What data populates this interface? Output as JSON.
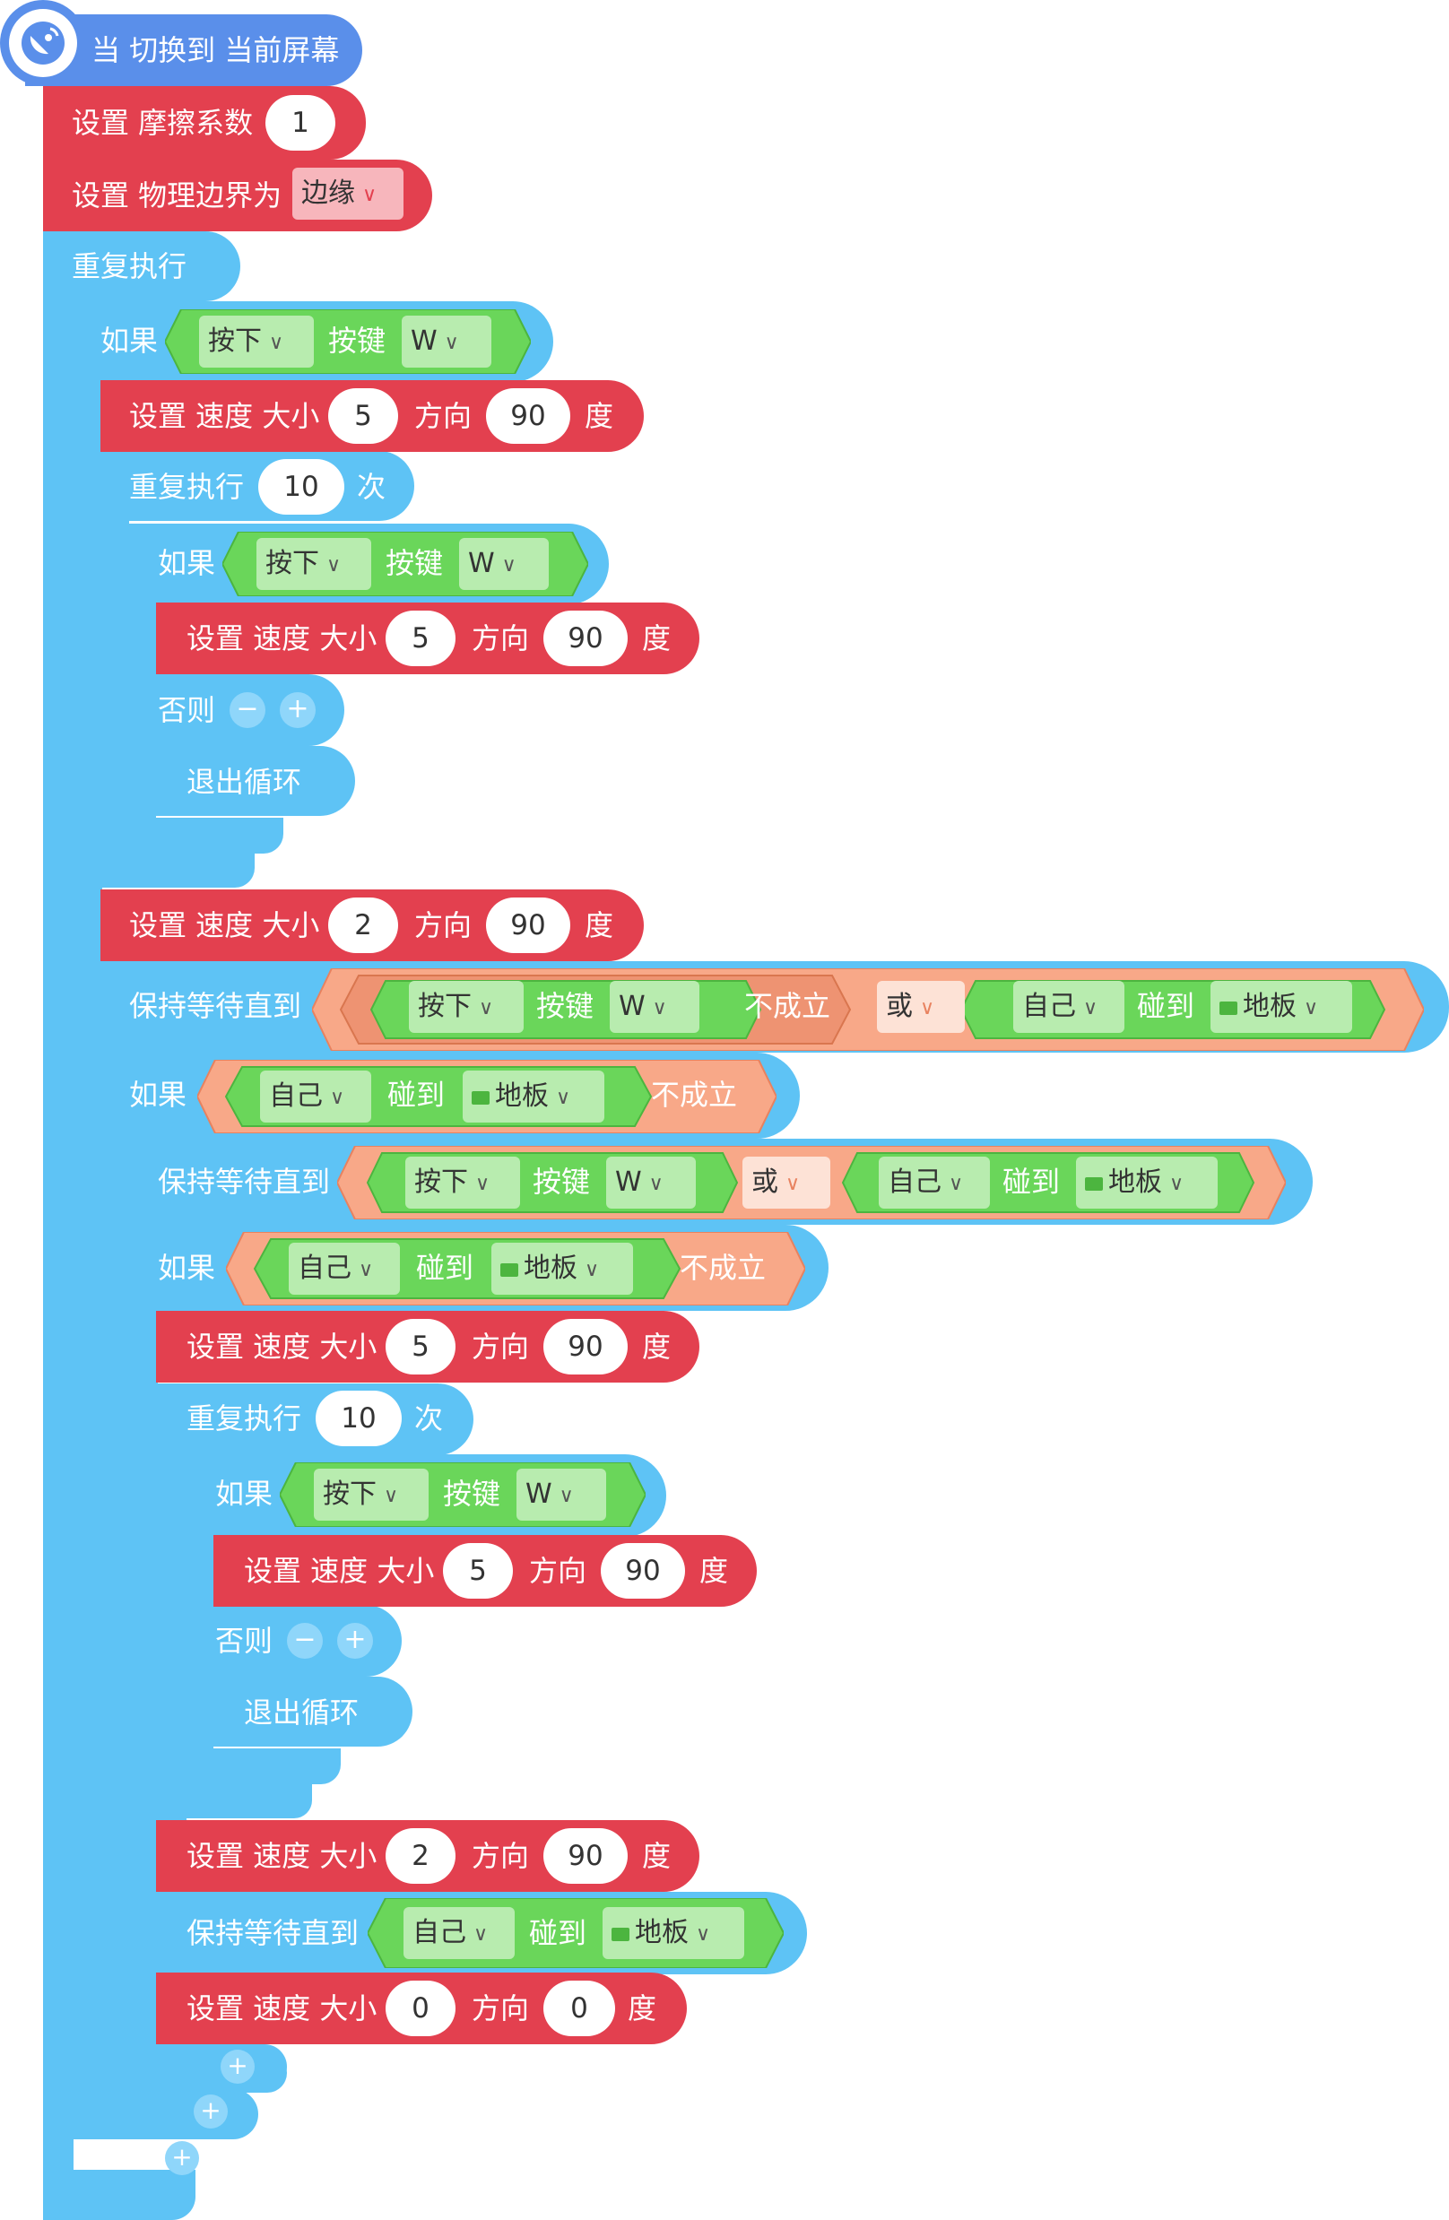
{
  "hat": {
    "label": "当 切换到 当前屏幕",
    "icon": "satellite-icon"
  },
  "set_friction": {
    "prefix": "设置 摩擦系数",
    "value": "1"
  },
  "set_boundary": {
    "prefix": "设置 物理边界为",
    "value": "边缘"
  },
  "repeat_forever": "重复执行",
  "kw": {
    "if": "如果",
    "else": "否则",
    "break": "退出循环",
    "repeat": "重复执行",
    "times": "次",
    "set_speed": "设置 速度 大小",
    "direction": "方向",
    "degree": "度",
    "wait_until": "保持等待直到",
    "pressed": "按下",
    "key": "按键",
    "key_w": "W",
    "self": "自己",
    "touch": "碰到",
    "floor": "地板",
    "not": "不成立",
    "or": "或"
  },
  "values": {
    "speed_5": "5",
    "speed_2": "2",
    "speed_0": "0",
    "dir_90": "90",
    "dir_0": "0",
    "count_10": "10"
  },
  "colors": {
    "control": "#5ec3f5",
    "action": "#e3404f",
    "sensing": "#6ad65a",
    "operator": "#f8a888",
    "event": "#5a8fea"
  }
}
